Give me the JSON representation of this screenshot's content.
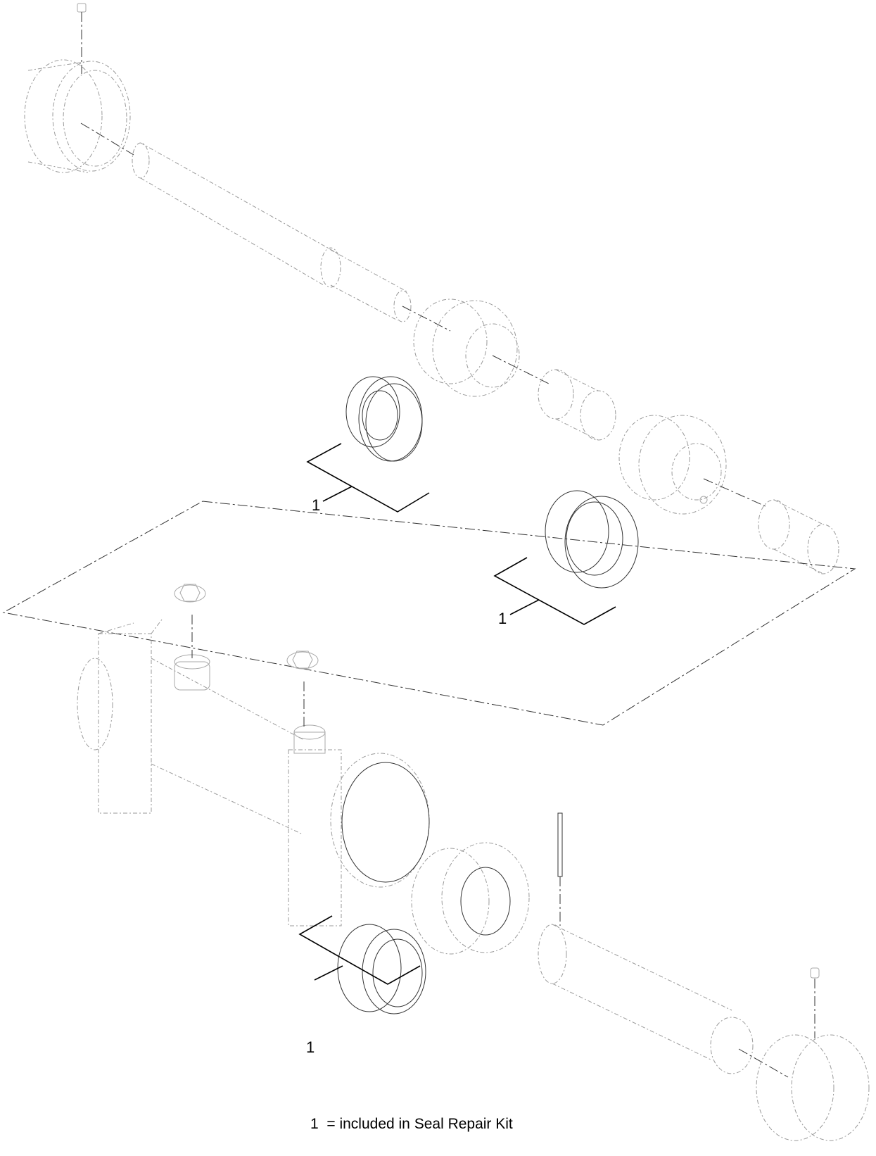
{
  "diagram": {
    "type": "exploded-parts-view",
    "subject": "hydraulic cylinder",
    "callouts": [
      {
        "id": "callout-upper-piston-seal",
        "label": "1"
      },
      {
        "id": "callout-upper-right-seal",
        "label": "1"
      },
      {
        "id": "callout-gland-seal",
        "label": "1"
      }
    ],
    "legend": {
      "number": "1",
      "text": "= included in Seal Repair Kit"
    },
    "line_color": "#000000",
    "ghost_line_color": "#9a9a9a"
  }
}
